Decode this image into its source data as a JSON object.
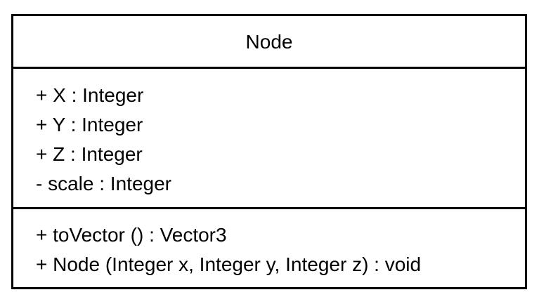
{
  "class_box": {
    "name": "Node",
    "attributes": [
      "+ X : Integer",
      "+ Y : Integer",
      "+ Z : Integer",
      "- scale : Integer"
    ],
    "operations": [
      "+ toVector () : Vector3",
      "+ Node (Integer x, Integer y, Integer z) : void"
    ]
  },
  "colors": {
    "stroke": "#000000",
    "fill": "#ffffff",
    "text": "#000000"
  }
}
